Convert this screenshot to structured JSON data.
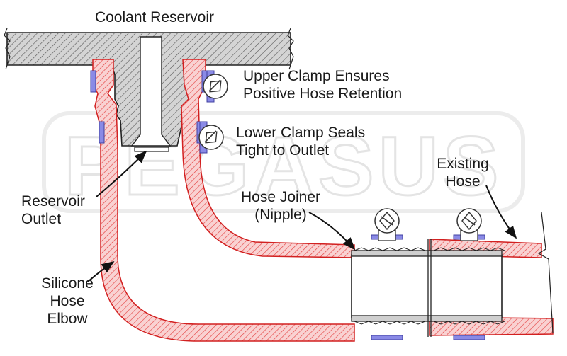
{
  "labels": {
    "title": "Coolant Reservoir",
    "upper_clamp": [
      "Upper Clamp Ensures",
      "Positive Hose Retention"
    ],
    "lower_clamp": [
      "Lower Clamp Seals",
      "Tight to Outlet"
    ],
    "reservoir_outlet": [
      "Reservoir",
      "Outlet"
    ],
    "hose_joiner": [
      "Hose Joiner",
      "(Nipple)"
    ],
    "existing_hose": [
      "Existing",
      "Hose"
    ],
    "silicone_elbow": [
      "Silicone",
      "Hose",
      "Elbow"
    ]
  },
  "watermark": "PEGASUS",
  "colors": {
    "hose_fill": "#f9d2d2",
    "hose_hatch": "#e44040",
    "hose_outline": "#d22020",
    "reservoir_fill": "#d4d4d4",
    "reservoir_hatch": "#555555",
    "clamp_band": "#8a8ae6",
    "clamp_screw": "#5050c8",
    "nipple_fill": "#dddddd",
    "outline": "#222222",
    "watermark": "#e6e6e6"
  },
  "icons": [
    "hose-clamp-icon",
    "leader-arrow-icon",
    "break-line-icon"
  ]
}
